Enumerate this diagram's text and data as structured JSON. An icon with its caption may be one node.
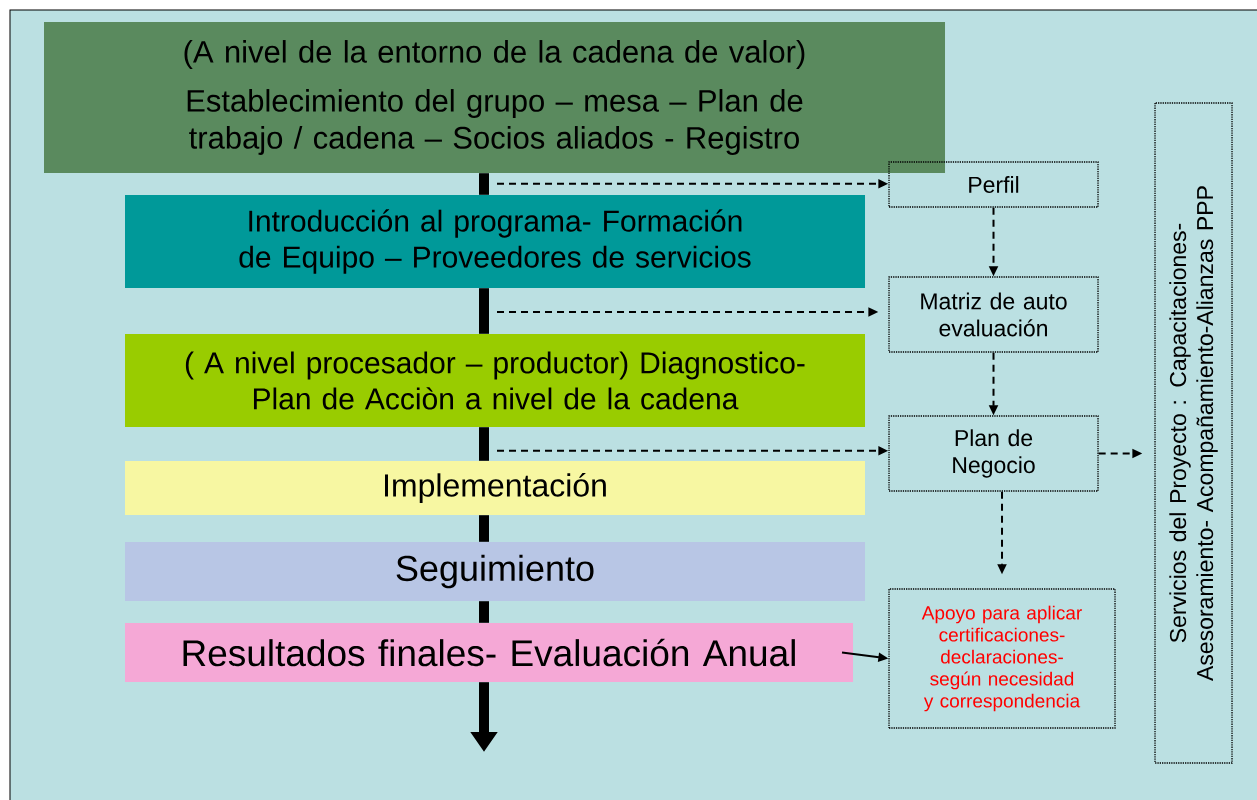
{
  "diagram": {
    "nodes": [
      {
        "text": [
          "(A nivel de la entorno de la cadena de valor)",
          "Establecimiento del grupo – mesa – Plan de trabajo / cadena – Socios aliados - Registro"
        ]
      },
      {
        "text": [
          "Introducción al programa- Formación de Equipo – Proveedores de servicios"
        ]
      },
      {
        "text": [
          "( A nivel procesador – productor) Diagnostico- Plan de Acciòn a nivel de la cadena"
        ]
      },
      {
        "text": [
          "Implementación"
        ]
      },
      {
        "text": [
          "Seguimiento"
        ]
      },
      {
        "text": [
          "Resultados finales- Evaluación Anual"
        ]
      },
      {
        "text": [
          "Perfil"
        ]
      },
      {
        "text": [
          "Matriz de auto evaluación"
        ]
      },
      {
        "text": [
          "Plan de Negocio"
        ]
      },
      {
        "text": [
          "Apoyo para aplicar certificaciones- declaraciones- según necesidad y correspondencia"
        ]
      },
      {
        "text": [
          "Servicios del Proyecto : Capacitaciones- Asesoramiento- Acompañamiento-Alianzas PPP"
        ]
      }
    ],
    "edges": [
      {
        "from": 0,
        "to": 1,
        "arrow": "none",
        "style": "thick"
      },
      {
        "from": 1,
        "to": 2,
        "arrow": "none",
        "style": "thick"
      },
      {
        "from": 2,
        "to": 3,
        "arrow": "none",
        "style": "thick"
      },
      {
        "from": 3,
        "to": 4,
        "arrow": "none",
        "style": "thick"
      },
      {
        "from": 4,
        "to": 5,
        "arrow": "none",
        "style": "thick"
      },
      {
        "from": 5,
        "to": null,
        "arrow": "to",
        "style": "thick"
      },
      {
        "from": 1,
        "to": 6,
        "arrow": "to",
        "style": "dashed"
      },
      {
        "from": null,
        "to": 7,
        "arrow": "to",
        "style": "dashed"
      },
      {
        "from": 3,
        "to": 8,
        "arrow": "to",
        "style": "dashed"
      },
      {
        "from": 6,
        "to": 7,
        "arrow": "to",
        "style": "dashed"
      },
      {
        "from": 7,
        "to": 8,
        "arrow": "to",
        "style": "dashed"
      },
      {
        "from": 8,
        "to": 10,
        "arrow": "to",
        "style": "dashed"
      },
      {
        "from": 8,
        "to": 9,
        "arrow": "to",
        "style": "dashed"
      },
      {
        "from": 5,
        "to": 9,
        "arrow": "to"
      }
    ]
  }
}
